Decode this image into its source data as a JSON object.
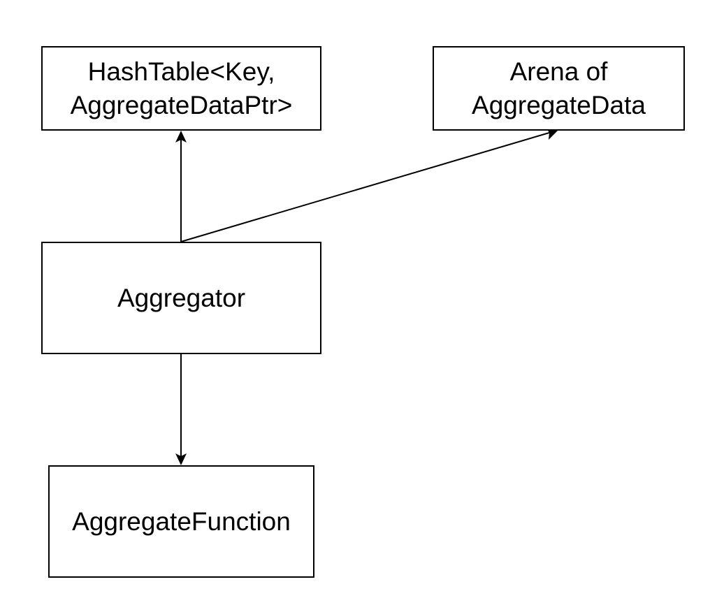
{
  "diagram": {
    "nodes": {
      "hashtable": {
        "line1": "HashTable<Key,",
        "line2": "AggregateDataPtr>"
      },
      "arena": {
        "line1": "Arena of",
        "line2": "AggregateData"
      },
      "aggregator": {
        "label": "Aggregator"
      },
      "function": {
        "label": "AggregateFunction"
      }
    },
    "edges": [
      {
        "from": "aggregator",
        "to": "hashtable"
      },
      {
        "from": "aggregator",
        "to": "arena"
      },
      {
        "from": "aggregator",
        "to": "function"
      }
    ],
    "colors": {
      "stroke": "#000000",
      "background": "#ffffff",
      "text": "#000000"
    }
  }
}
